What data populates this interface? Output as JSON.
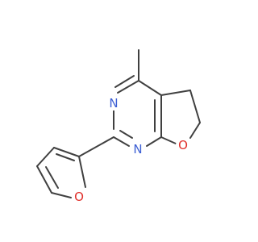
{
  "molecule": {
    "atoms": [
      {
        "id": "n1",
        "label": "N"
      },
      {
        "id": "n2",
        "label": "N"
      },
      {
        "id": "o1",
        "label": "O"
      },
      {
        "id": "o2",
        "label": "O"
      }
    ]
  },
  "colors": {
    "bond": "#404040",
    "nitrogen": "#3c5fd4",
    "oxygen": "#e0302b",
    "background": "#ffffff"
  }
}
